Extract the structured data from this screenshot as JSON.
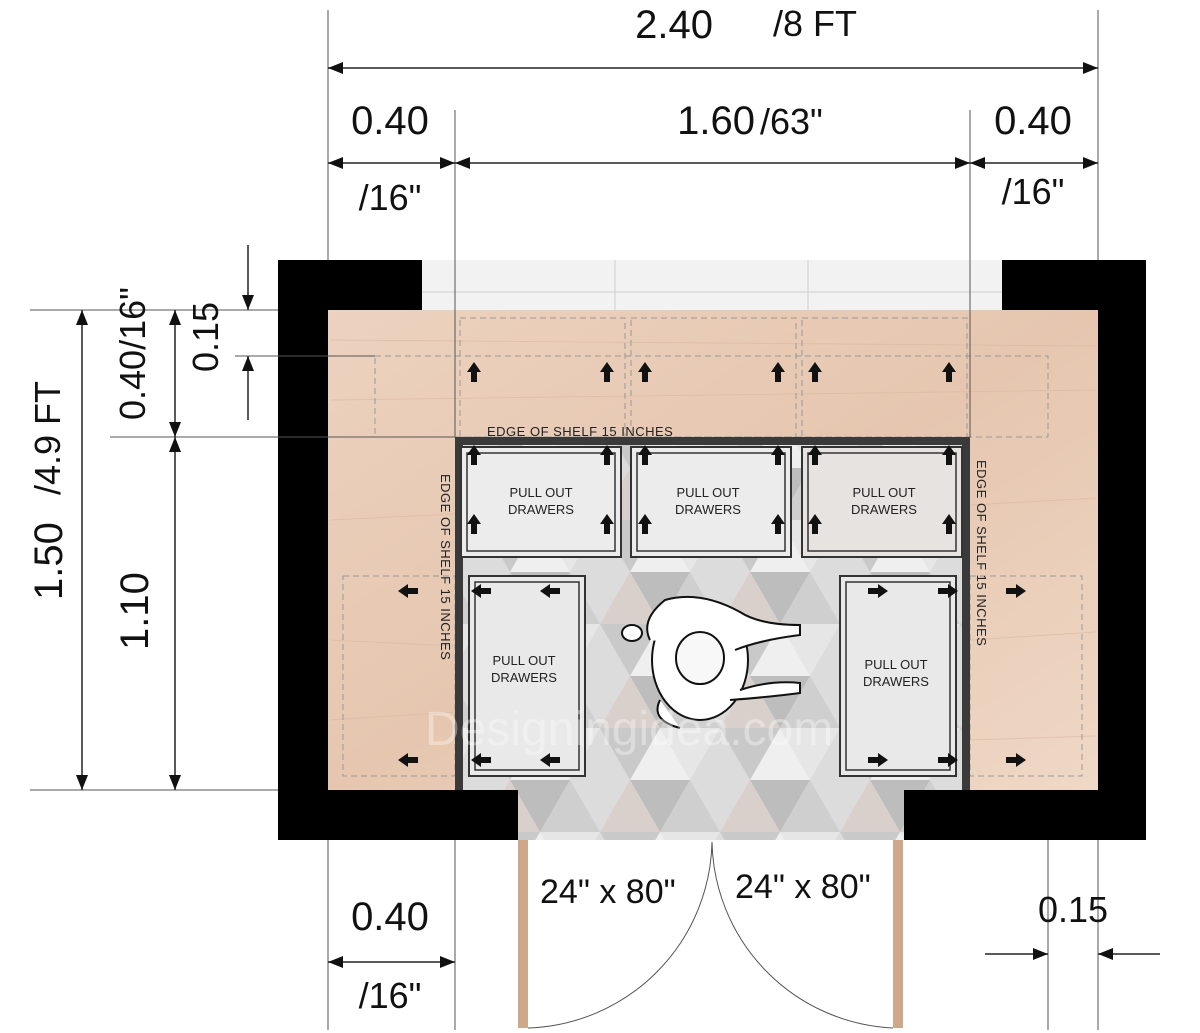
{
  "dimensions": {
    "overall_width": {
      "value": "2.40",
      "unit": "/8 FT"
    },
    "left_section": {
      "value": "0.40",
      "unit": "/16\""
    },
    "middle_section": {
      "value": "1.60",
      "unit": "/63\""
    },
    "right_section": {
      "value": "0.40",
      "unit": "/16\""
    },
    "overall_depth": {
      "value": "1.50",
      "unit": "/4.9 FT"
    },
    "top_shelf_depth": "0.40/16\"",
    "top_wall": "0.15",
    "lower_depth": "1.10",
    "bottom_left": {
      "value": "0.40",
      "unit": "/16\""
    },
    "bottom_right_wall": "0.15"
  },
  "labels": {
    "drawers": "PULL OUT\nDRAWERS",
    "edge_top": "EDGE OF SHELF 15 INCHES",
    "edge_left": "EDGE OF SHELF 15 INCHES",
    "edge_right": "EDGE OF SHELF 15 INCHES"
  },
  "doors": {
    "left": "24\" x 80\"",
    "right": "24\" x 80\""
  },
  "watermark": "Designingidea.com",
  "colors": {
    "wall": "#000000",
    "wood": "#e8cbb5",
    "tile_base": "#d8d8d8",
    "shelf": "#3a3a3a"
  }
}
